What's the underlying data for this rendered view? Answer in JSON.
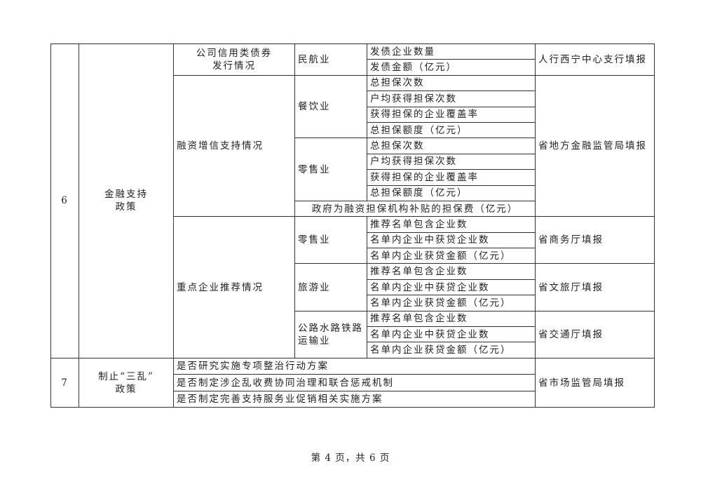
{
  "section6": {
    "number": "6",
    "category_line1": "金融支持",
    "category_line2": "政策",
    "bond": {
      "title_line1": "公司信用类债券",
      "title_line2": "发行情况",
      "industry": "民航业",
      "items": [
        "发债企业数量",
        "发债金额（亿元）"
      ],
      "reporter": "人行西宁中心支行填报"
    },
    "guarantee": {
      "title": "融资增信支持情况",
      "groups": [
        {
          "industry": "餐饮业",
          "items": [
            "总担保次数",
            "户均获得担保次数",
            "获得担保的企业覆盖率",
            "总担保额度（亿元）"
          ]
        },
        {
          "industry": "零售业",
          "items": [
            "总担保次数",
            "户均获得担保次数",
            "获得担保的企业覆盖率",
            "总担保额度（亿元）"
          ]
        }
      ],
      "subsidy": "政府为融资担保机构补贴的担保费（亿元）",
      "reporter": "省地方金融监管局填报"
    },
    "recommend": {
      "title": "重点企业推荐情况",
      "groups": [
        {
          "industry": "零售业",
          "items": [
            "推荐名单包含企业数",
            "名单内企业中获贷企业数",
            "名单内企业获贷金额（亿元）"
          ],
          "reporter": "省商务厅填报"
        },
        {
          "industry": "旅游业",
          "items": [
            "推荐名单包含企业数",
            "名单内企业中获贷企业数",
            "名单内企业获贷金额（亿元）"
          ],
          "reporter": "省文旅厅填报"
        },
        {
          "industry_line1": "公路水路铁路",
          "industry_line2": "运输业",
          "items": [
            "推荐名单包含企业数",
            "名单内企业中获贷企业数",
            "名单内企业获贷金额（亿元）"
          ],
          "reporter": "省交通厅填报"
        }
      ]
    }
  },
  "section7": {
    "number": "7",
    "category_line1": "制止“三乱”",
    "category_line2": "政策",
    "items": [
      "是否研究实施专项整治行动方案",
      "是否制定涉企乱收费协同治理和联合惩戒机制",
      "是否制定完善支持服务业促销相关实施方案"
    ],
    "reporter": "省市场监管局填报"
  },
  "footer": "第 4 页，共 6 页"
}
